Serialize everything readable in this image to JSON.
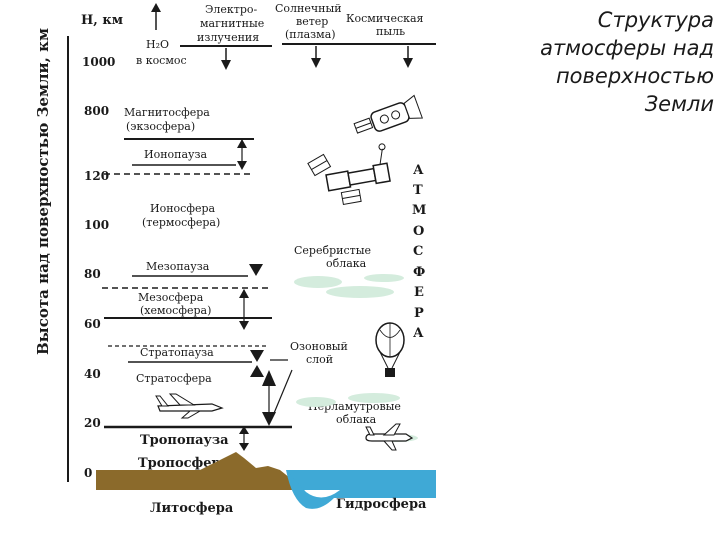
{
  "title": {
    "lines": [
      "Структура",
      "атмосферы над",
      "поверхностью",
      "Земли"
    ]
  },
  "axis": {
    "ylabel": "Высота над поверхностью Земли, км",
    "unit": "H, км",
    "ticks": [
      "1000",
      "800",
      "120",
      "100",
      "80",
      "60",
      "40",
      "20",
      "0"
    ]
  },
  "top_inputs": {
    "h2o": "H₂O",
    "to_space": "в космос",
    "em": [
      "Электро-",
      "магнитные",
      "излучения"
    ],
    "solar": [
      "Солнечный",
      "ветер",
      "(плазма)"
    ],
    "dust": [
      "Космическая",
      "пыль"
    ]
  },
  "layers": {
    "magnetosphere": [
      "Магнитосфера",
      "(экзосфера)"
    ],
    "ionopause": "Ионопауза",
    "ionosphere": [
      "Ионосфера",
      "(термосфера)"
    ],
    "mesopause": "Мезопауза",
    "mesosphere": [
      "Мезосфера",
      "(хемосфера)"
    ],
    "stratopause": "Стратопауза",
    "stratosphere": "Стратосфера",
    "tropopause": "Тропопауза",
    "troposphere": "Тропосфера",
    "lithosphere": "Литосфера",
    "hydrosphere": "Гидросфера"
  },
  "objects": {
    "noctilucent": [
      "Серебристые",
      "облака"
    ],
    "ozone": [
      "Озоновый",
      "слой"
    ],
    "nacreous": [
      "Перламутровые",
      "облака"
    ]
  },
  "atmosphere_letters": [
    "А",
    "Т",
    "М",
    "О",
    "С",
    "Ф",
    "Е",
    "Р",
    "А"
  ],
  "colors": {
    "ground": "#8b6a2b",
    "water": "#3fa9d6",
    "cloud": "#d4ecdd",
    "ink": "#1a1a1a"
  }
}
